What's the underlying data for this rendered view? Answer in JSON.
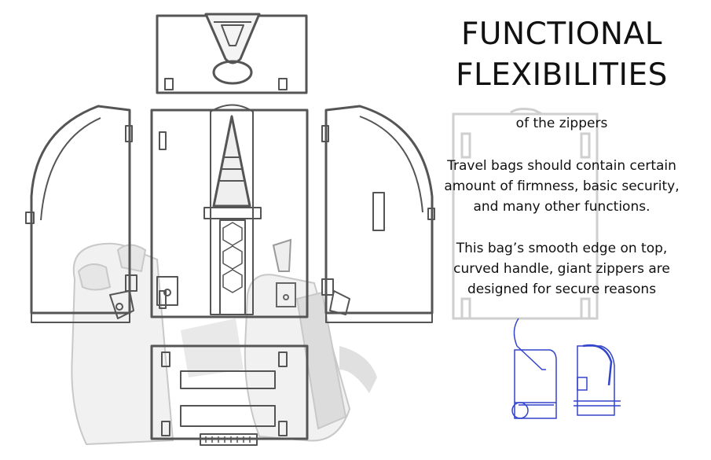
{
  "title": {
    "line1": "FUNCTIONAL",
    "line2": "FLEXIBILITIES"
  },
  "subtitle": "of the zippers",
  "paragraph1": {
    "line1": "Travel bags should contain certain",
    "line2": "amount of firmness, basic security,",
    "line3": "and many other functions."
  },
  "paragraph2": {
    "line1": "This bag’s smooth edge on top,",
    "line2": "curved handle, giant zippers are",
    "line3": "designed for secure reasons"
  },
  "colors": {
    "ink": "#555555",
    "faded": "#cccccc",
    "pencil": "#3344cc",
    "text": "#111111"
  }
}
